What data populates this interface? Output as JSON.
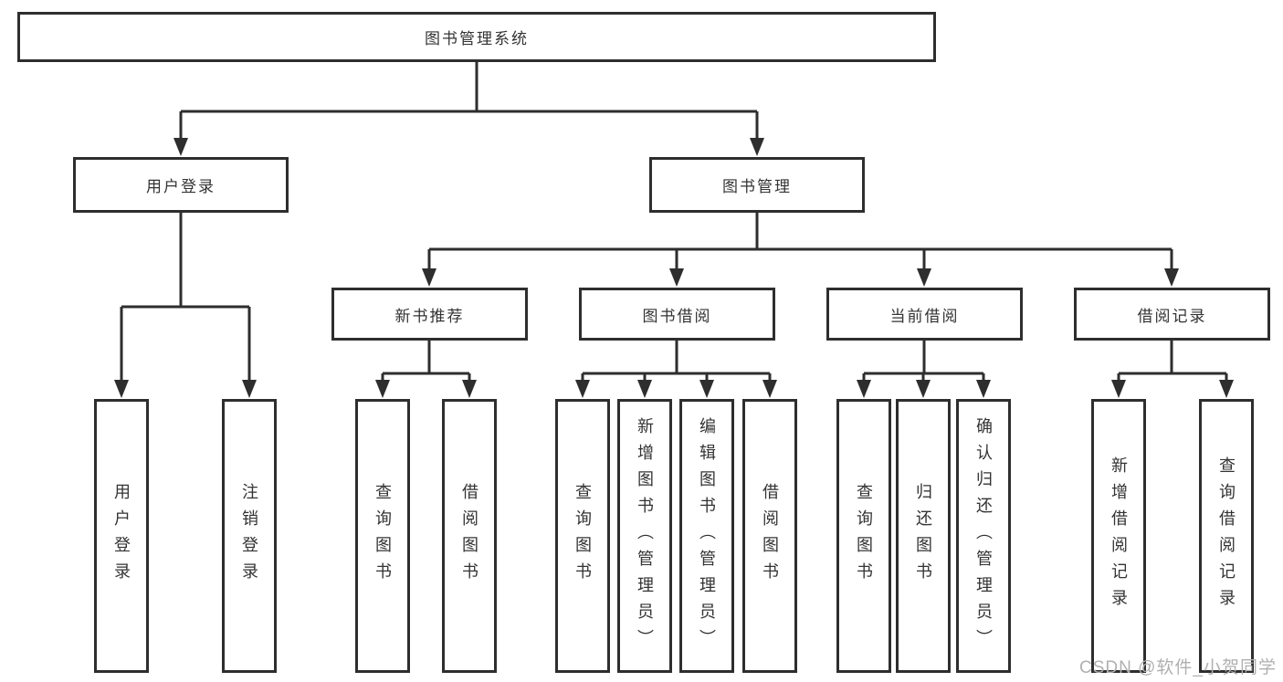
{
  "colors": {
    "line": "#2e2e2e",
    "box_bg": "#ffffff",
    "text": "#333333",
    "watermark": "#b0b0b0"
  },
  "diagram": {
    "root": {
      "label": "图书管理系统"
    },
    "user_login": {
      "label": "用户登录",
      "children": [
        {
          "label": "用户登录"
        },
        {
          "label": "注销登录"
        }
      ]
    },
    "book_mgmt": {
      "label": "图书管理",
      "children": [
        {
          "label": "新书推荐",
          "children": [
            {
              "label": "查询图书"
            },
            {
              "label": "借阅图书"
            }
          ]
        },
        {
          "label": "图书借阅",
          "children": [
            {
              "label": "查询图书"
            },
            {
              "label": "新增图书（管理员）"
            },
            {
              "label": "编辑图书（管理员）"
            },
            {
              "label": "借阅图书"
            }
          ]
        },
        {
          "label": "当前借阅",
          "children": [
            {
              "label": "查询图书"
            },
            {
              "label": "归还图书"
            },
            {
              "label": "确认归还（管理员）"
            }
          ]
        },
        {
          "label": "借阅记录",
          "children": [
            {
              "label": "新增借阅记录"
            },
            {
              "label": "查询借阅记录"
            }
          ]
        }
      ]
    }
  },
  "watermark": {
    "text": "CSDN @软件_小贺同学"
  }
}
